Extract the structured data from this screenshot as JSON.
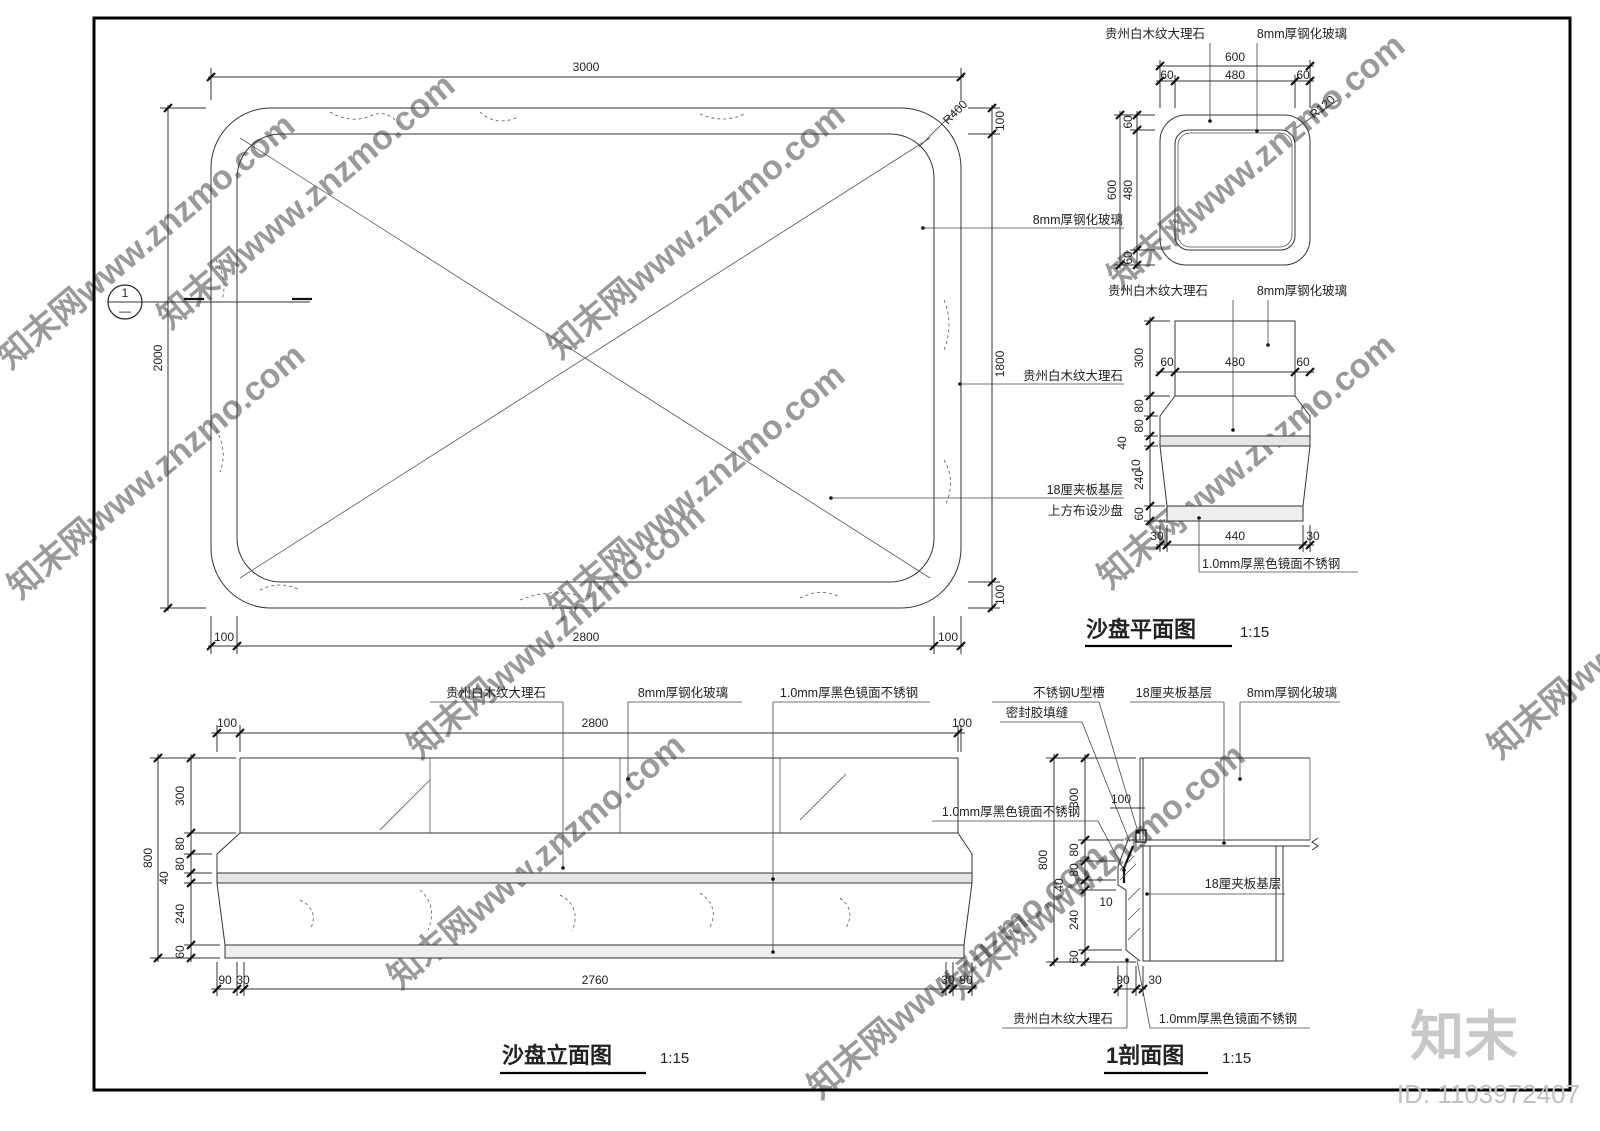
{
  "plan": {
    "title": "沙盘平面图",
    "scale": "1:15",
    "dims": {
      "overall_width": "3000",
      "overall_height": "2000",
      "radius": "R400",
      "right_top": "100",
      "right_mid": "1800",
      "right_bottom": "100",
      "bottom_left": "100",
      "bottom_mid": "2800",
      "bottom_right": "100"
    },
    "labels": {
      "glass": "8mm厚钢化玻璃",
      "marble": "贵州白木纹大理石",
      "plywood_line1": "18厘夹板基层",
      "plywood_line2": "上方布设沙盘"
    },
    "section_marker": {
      "number": "1",
      "sub": "—"
    }
  },
  "detail_plan": {
    "labels": {
      "marble": "贵州白木纹大理石",
      "glass": "8mm厚钢化玻璃"
    },
    "dims": {
      "top_total": "600",
      "top_left": "60",
      "top_mid": "480",
      "top_right": "60",
      "radius": "R120",
      "left_top": "60",
      "left_total": "600",
      "left_mid": "480",
      "left_bottom": "60"
    }
  },
  "detail_elev": {
    "labels": {
      "marble": "贵州白木纹大理石",
      "glass": "8mm厚钢化玻璃",
      "steel": "1.0mm厚黑色镜面不锈钢"
    },
    "dims": {
      "w_left": "60",
      "w_mid": "480",
      "w_right": "60",
      "h_300": "300",
      "h_80a": "80",
      "h_80b": "80",
      "h_40": "40",
      "h_10": "10",
      "h_240": "240",
      "h_60": "60",
      "b_left": "30",
      "b_mid": "440",
      "b_right": "30"
    }
  },
  "elevation": {
    "title": "沙盘立面图",
    "scale": "1:15",
    "labels": {
      "marble": "贵州白木纹大理石",
      "glass": "8mm厚钢化玻璃",
      "steel": "1.0mm厚黑色镜面不锈钢"
    },
    "dims": {
      "top_left": "100",
      "top_mid": "2800",
      "top_right": "100",
      "total_h": "800",
      "h_300": "300",
      "h_80a": "80",
      "h_80b": "80",
      "h_40": "40",
      "h_240": "240",
      "h_60": "60",
      "b_90a": "90",
      "b_30a": "30",
      "b_mid": "2760",
      "b_30b": "30",
      "b_90b": "90"
    }
  },
  "section": {
    "title": "1剖面图",
    "scale": "1:15",
    "labels": {
      "u_channel": "不锈钢U型槽",
      "sealant": "密封胶填缝",
      "plywood_top": "18厘夹板基层",
      "glass": "8mm厚钢化玻璃",
      "steel_left": "1.0mm厚黑色镜面不锈钢",
      "plywood_mid": "18厘夹板基层",
      "marble_bottom": "贵州白木纹大理石",
      "steel_bottom": "1.0mm厚黑色镜面不锈钢"
    },
    "dims": {
      "total_h": "800",
      "h_300": "300",
      "h_80a": "80",
      "h_80b": "80",
      "h_40": "40",
      "h_10": "10",
      "h_240": "240",
      "h_60": "60",
      "w_100": "100",
      "b_90": "90",
      "b_30": "30"
    }
  },
  "watermark": {
    "text": "知末网www.znzmo.com",
    "logo": "知末",
    "id": "ID: 1103972407"
  }
}
